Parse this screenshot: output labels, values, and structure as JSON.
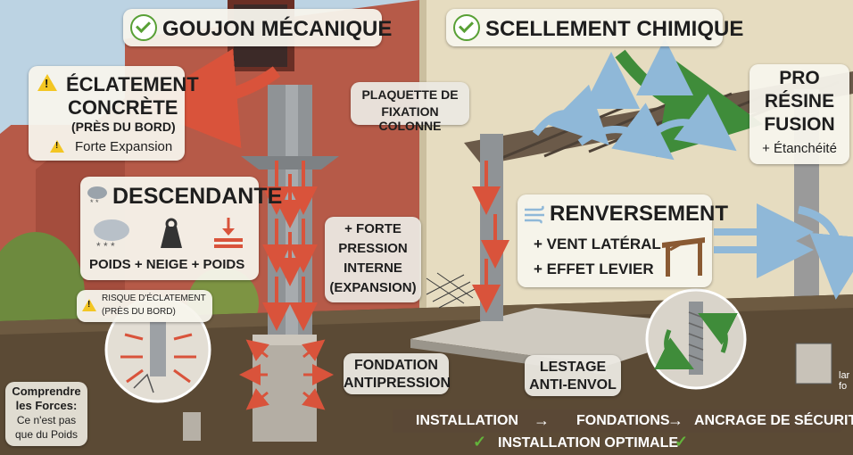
{
  "headers": {
    "left_title": "GOUJON MÉCANIQUE",
    "right_title": "SCELLEMENT CHIMIQUE"
  },
  "eclatement": {
    "line1": "ÉCLATEMENT",
    "line2": "CONCRÈTE",
    "line3": "(PRÈS DU BORD)",
    "line4": "Forte Expansion"
  },
  "descendante": {
    "title": "DESCENDANTE",
    "caption": "POIDS + NEIGE + POIDS"
  },
  "plaquette": {
    "line1": "PLAQUETTE DE",
    "line2": "FIXATION COLONNE"
  },
  "pression": {
    "line1": "+ FORTE",
    "line2": "PRESSION",
    "line3": "INTERNE",
    "line4": "(EXPANSION)"
  },
  "pro_resine": {
    "line1": "PRO",
    "line2": "RÉSINE",
    "line3": "FUSION",
    "line4": "+ Étanchéité"
  },
  "renversement": {
    "title": "RENVERSEMENT",
    "item1": "+ VENT LATÉRAL",
    "item2": "+ EFFET LEVIER"
  },
  "risque": {
    "line1": "RISQUE D'ÉCLATEMENT",
    "line2": "(PRÈS DU BORD)"
  },
  "fondation": {
    "line1": "FONDATION",
    "line2": "ANTIPRESSION"
  },
  "lestage": {
    "line1": "LESTAGE",
    "line2": "ANTI-ENVOL"
  },
  "comprendre": {
    "line1": "Comprendre",
    "line2": "les Forces:",
    "line3": "Ce n'est pas",
    "line4": "que du Poids"
  },
  "steps": {
    "step1": "INSTALLATION",
    "arrow": "→",
    "step2": "FONDATIONS",
    "step3": "ANCRAGE DE SÉCURITÉ",
    "optimal": "INSTALLATION OPTIMALE",
    "tick": "✓"
  },
  "edge": {
    "line1": "lar",
    "line2": "fo"
  },
  "colors": {
    "force_red": "#d9533b",
    "wind_blue": "#8fb8d8",
    "green_arrow": "#3f8c3a",
    "soil": "#5b4a35",
    "wall_red": "#b65a48",
    "wall_cream": "#e6dcc0"
  }
}
